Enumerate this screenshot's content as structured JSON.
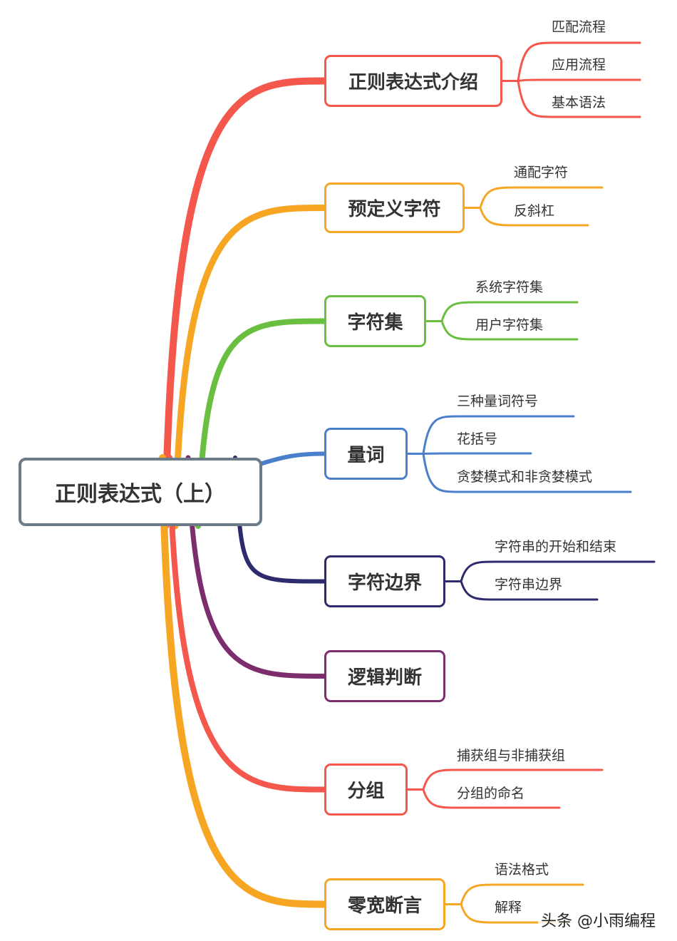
{
  "root": {
    "label": "正则表达式（上）",
    "border_color": "#6c7a89"
  },
  "topics": [
    {
      "label": "正则表达式介绍",
      "color": "#f4574b",
      "children": [
        "匹配流程",
        "应用流程",
        "基本语法"
      ]
    },
    {
      "label": "预定义字符",
      "color": "#f6a623",
      "children": [
        "通配字符",
        "反斜杠"
      ]
    },
    {
      "label": "字符集",
      "color": "#6abf40",
      "children": [
        "系统字符集",
        "用户字符集"
      ]
    },
    {
      "label": "量词",
      "color": "#4a7fcb",
      "children": [
        "三种量词符号",
        "花括号",
        "贪婪模式和非贪婪模式"
      ]
    },
    {
      "label": "字符边界",
      "color": "#2e2a6e",
      "children": [
        "字符串的开始和结束",
        "字符串边界"
      ]
    },
    {
      "label": "逻辑判断",
      "color": "#7b2d6e",
      "children": []
    },
    {
      "label": "分组",
      "color": "#f4574b",
      "children": [
        "捕获组与非捕获组",
        "分组的命名"
      ]
    },
    {
      "label": "零宽断言",
      "color": "#f6a623",
      "children": [
        "语法格式",
        "解释"
      ]
    }
  ],
  "watermark": "头条 @小雨编程"
}
